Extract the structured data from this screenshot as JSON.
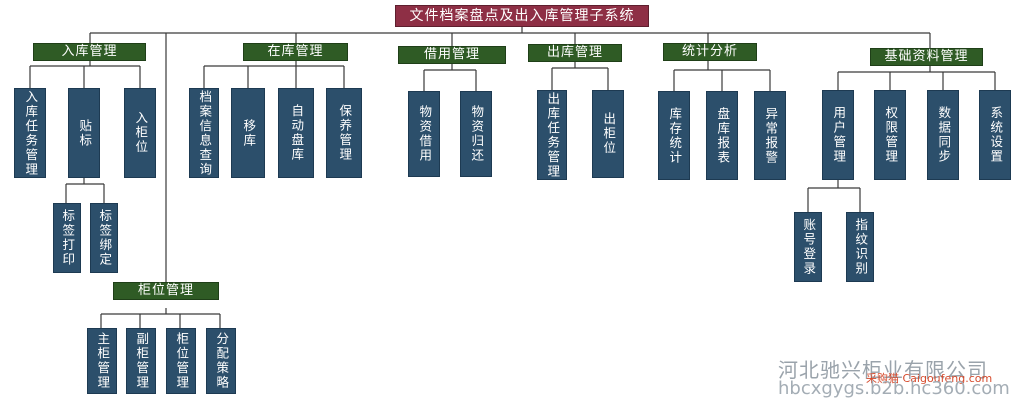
{
  "root": "文件档案盘点及出入库管理子系统",
  "categories": {
    "inbound": "入库管理",
    "instock": "在库管理",
    "borrow": "借用管理",
    "outbound": "出库管理",
    "stats": "统计分析",
    "basic": "基础资料管理",
    "cabinet": "柜位管理"
  },
  "leaves": {
    "inbound_task": "入库任务管理",
    "labeling": "贴标",
    "into_cabinet": "入柜位",
    "label_print": "标签打印",
    "label_bind": "标签绑定",
    "archive_query": "档案信息查询",
    "move_stock": "移库",
    "auto_inventory": "自动盘库",
    "maintenance": "保养管理",
    "material_borrow": "物资借用",
    "material_return": "物资归还",
    "outbound_task": "出库任务管理",
    "out_cabinet": "出柜位",
    "stock_stats": "库存统计",
    "inventory_report": "盘库报表",
    "abnormal_alarm": "异常报警",
    "user_mgmt": "用户管理",
    "permission_mgmt": "权限管理",
    "data_sync": "数据同步",
    "system_settings": "系统设置",
    "account_login": "账号登录",
    "fingerprint": "指纹识别",
    "main_cabinet": "主柜管理",
    "sub_cabinet": "副柜管理",
    "cabinet_pos_mgmt": "柜位管理",
    "allocation_strategy": "分配策略"
  },
  "watermark": {
    "company": "河北驰兴柜业有限公司",
    "url": "hbcxgygs.b2b.hc360.com",
    "site": "采购猫 Caigoufeng.com"
  }
}
